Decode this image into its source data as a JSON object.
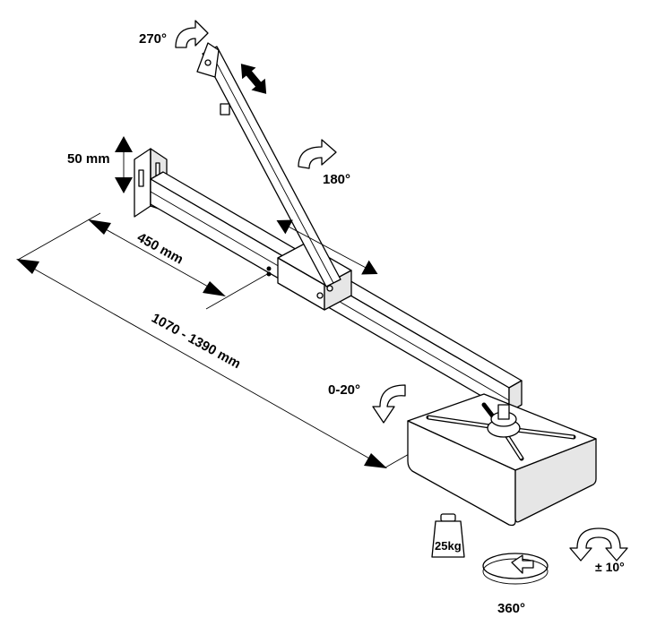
{
  "labels": {
    "rotate_top": "270°",
    "rotate_mid": "180°",
    "height": "50 mm",
    "inner_length": "450 mm",
    "total_length": "1070 - 1390 mm",
    "tilt": "0-20°",
    "weight": "25kg",
    "rotation_full": "360°",
    "level": "± 10°"
  },
  "icons": [
    "rotate-arrow-icon",
    "double-arrow-icon",
    "weight-icon",
    "rotation-360-icon",
    "level-adjust-icon"
  ]
}
